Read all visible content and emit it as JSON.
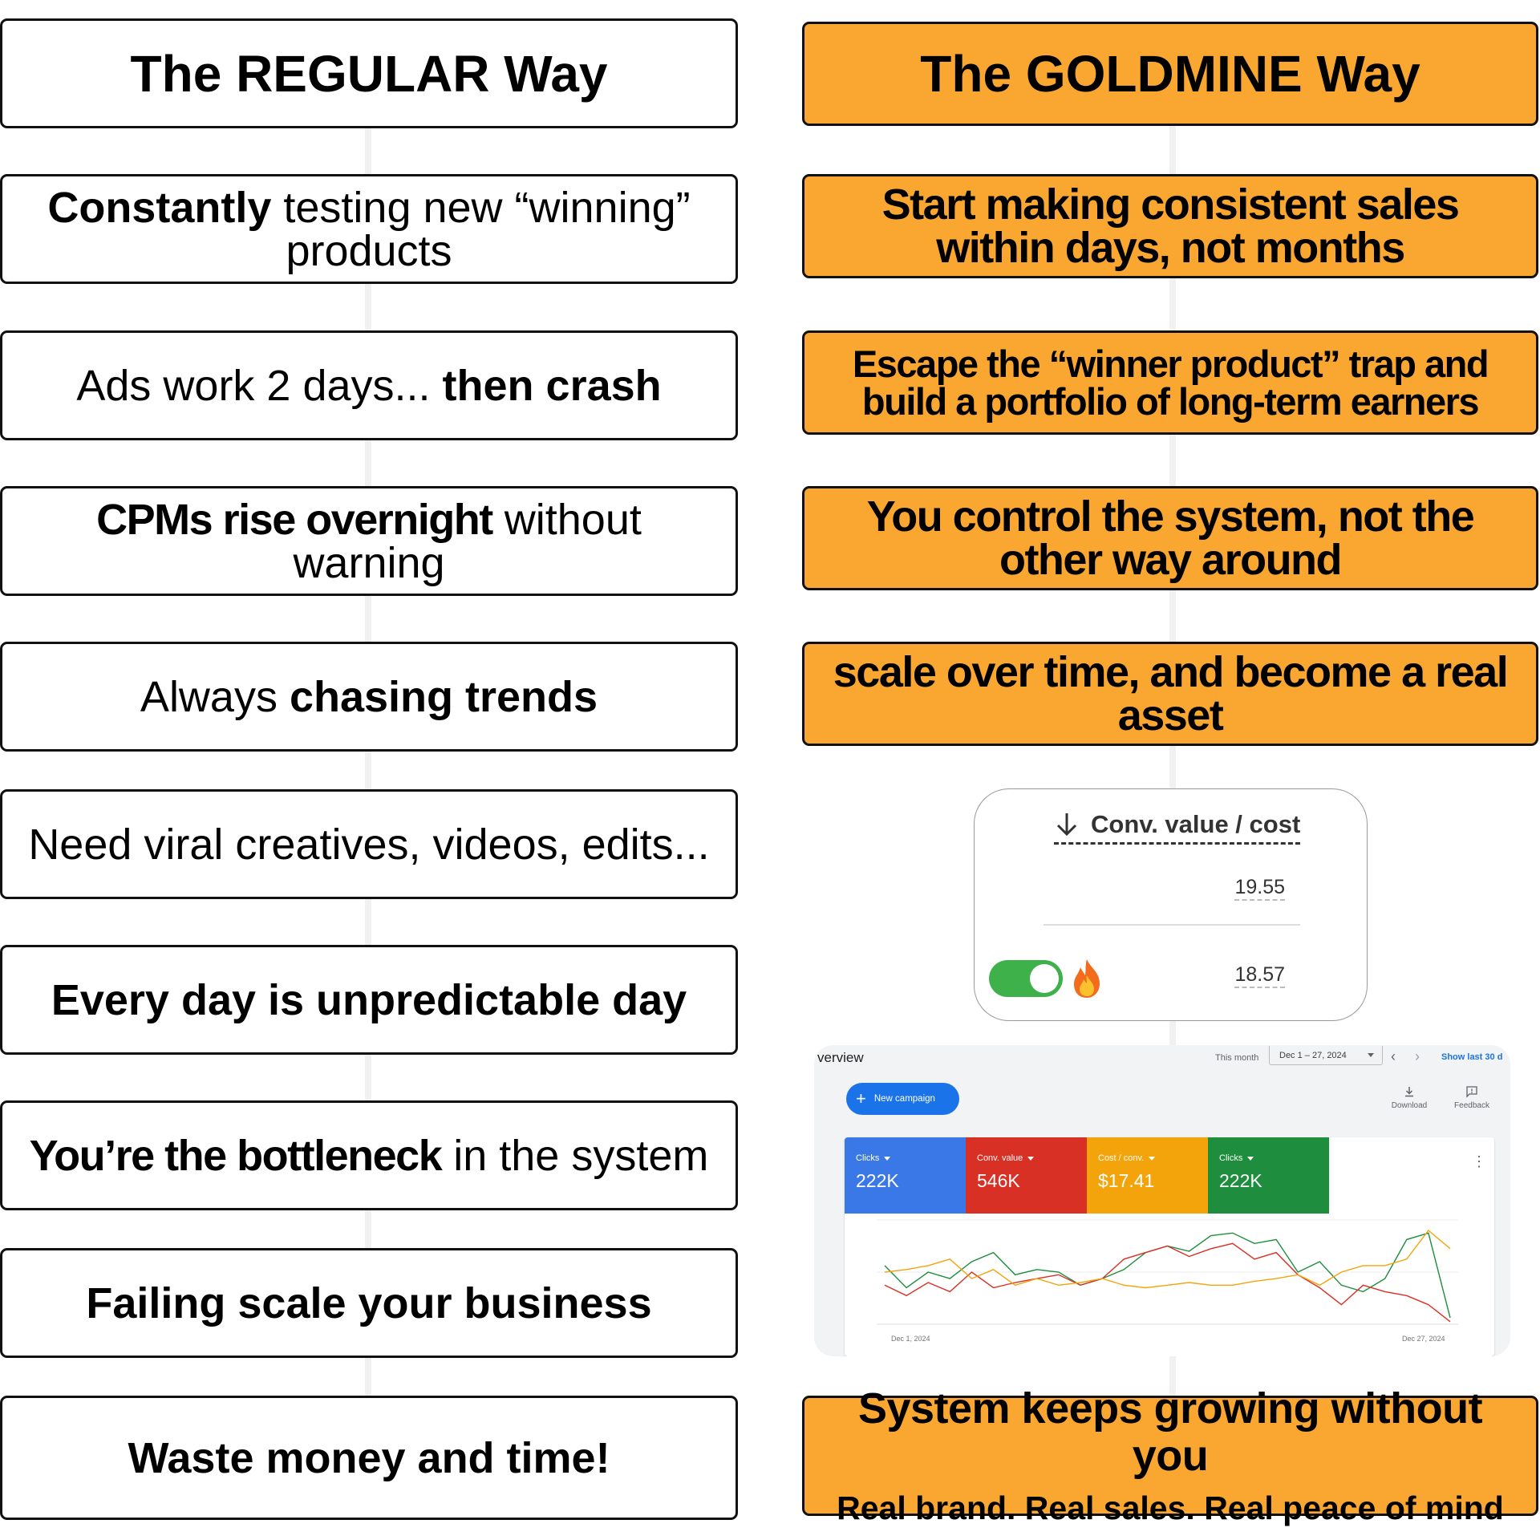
{
  "left": {
    "title": "The REGULAR Way",
    "items": [
      {
        "bold": "Constantly",
        "rest": " testing new “winning” products"
      },
      {
        "pre": "Ads work 2 days... ",
        "bold": "then crash"
      },
      {
        "bold": "CPMs rise overnight",
        "rest": " without warning"
      },
      {
        "pre": "Always ",
        "bold": "chasing trends"
      },
      {
        "text": "Need viral creatives, videos, edits..."
      },
      {
        "bold": "Every day is unpredictable day"
      },
      {
        "bold": "You’re the bottleneck",
        "rest": " in the system"
      },
      {
        "bold": "Failing scale your business"
      },
      {
        "bold": "Waste money and time!"
      }
    ]
  },
  "right": {
    "title": "The GOLDMINE Way",
    "items": [
      "Start making consistent sales within days, not months",
      "Escape the “winner product” trap and build a portfolio of long-term earners",
      "You control the system, not the other way around",
      "scale over time, and become a real asset"
    ],
    "final": {
      "line1": "System keeps growing without you",
      "line2": "Real brand. Real sales. Real peace of mind"
    }
  },
  "conv_card": {
    "header": "Conv. value / cost",
    "value_1": "19.55",
    "value_2": "18.57",
    "toggle_on": true,
    "flame_icon": "fire-emoji"
  },
  "overview": {
    "title": "verview",
    "period_label": "This month",
    "date_range": "Dec 1 – 27, 2024",
    "show_last": "Show last 30 d",
    "new_campaign": "New campaign",
    "download": "Download",
    "feedback": "Feedback",
    "metrics": [
      {
        "label": "Clicks",
        "value": "222K",
        "color": "#3b78e7"
      },
      {
        "label": "Conv. value",
        "value": "546K",
        "color": "#d93025"
      },
      {
        "label": "Cost / conv.",
        "value": "$17.41",
        "color": "#f4a40b"
      },
      {
        "label": "Clicks",
        "value": "222K",
        "color": "#1e8e3e"
      }
    ],
    "x_start": "Dec 1, 2024",
    "x_end": "Dec 27, 2024"
  },
  "chart_data": {
    "type": "line",
    "title": "",
    "xlabel": "",
    "ylabel": "",
    "x": [
      1,
      2,
      3,
      4,
      5,
      6,
      7,
      8,
      9,
      10,
      11,
      12,
      13,
      14,
      15,
      16,
      17,
      18,
      19,
      20,
      21,
      22,
      23,
      24,
      25,
      26,
      27
    ],
    "series": [
      {
        "color": "#1e8e3e",
        "values": [
          45,
          28,
          40,
          35,
          48,
          55,
          38,
          42,
          40,
          30,
          35,
          42,
          55,
          60,
          56,
          68,
          70,
          62,
          65,
          40,
          48,
          30,
          25,
          35,
          65,
          70,
          5
        ]
      },
      {
        "color": "#d93025",
        "values": [
          30,
          22,
          32,
          25,
          40,
          28,
          32,
          35,
          38,
          30,
          35,
          50,
          55,
          60,
          52,
          58,
          62,
          50,
          55,
          38,
          28,
          15,
          30,
          25,
          22,
          15,
          2
        ]
      },
      {
        "color": "#f4a40b",
        "values": [
          40,
          42,
          45,
          50,
          35,
          42,
          30,
          35,
          30,
          32,
          35,
          30,
          28,
          30,
          32,
          30,
          30,
          33,
          35,
          38,
          30,
          40,
          45,
          45,
          50,
          72,
          58
        ]
      }
    ]
  },
  "colors": {
    "gold": "#f9a730",
    "border": "#111111"
  }
}
